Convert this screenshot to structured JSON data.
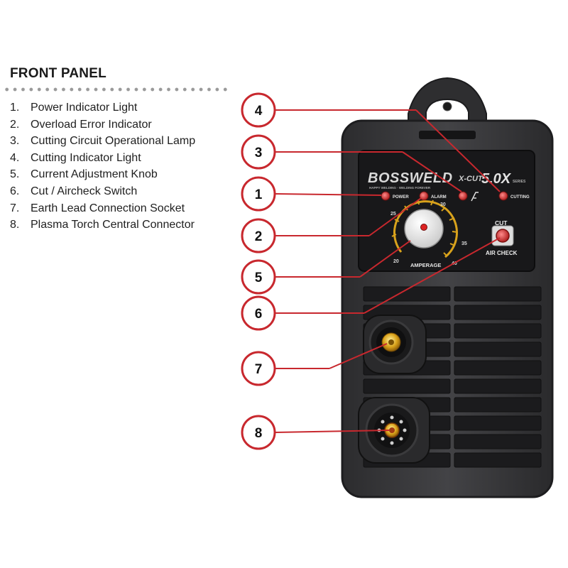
{
  "heading": "FRONT PANEL",
  "legend": [
    {
      "num": "1.",
      "text": "Power Indicator Light"
    },
    {
      "num": "2.",
      "text": "Overload Error Indicator"
    },
    {
      "num": "3.",
      "text": "Cutting Circuit Operational Lamp"
    },
    {
      "num": "4.",
      "text": "Cutting Indicator Light"
    },
    {
      "num": "5.",
      "text": "Current Adjustment Knob"
    },
    {
      "num": "6.",
      "text": "Cut / Aircheck Switch"
    },
    {
      "num": "7.",
      "text": "Earth Lead Connection Socket"
    },
    {
      "num": "8.",
      "text": "Plasma Torch Central Connector"
    }
  ],
  "callouts": [
    "4",
    "3",
    "1",
    "2",
    "5",
    "6",
    "7",
    "8"
  ],
  "machine": {
    "brand": "BOSSWELD",
    "model": "X-CUT",
    "model_number": "5.0X",
    "tagline": "SERIES",
    "brand_tagline": "HAPPY WELDING · WELDING FOREVER",
    "indicator_power": "POWER",
    "indicator_alarm": "ALARM",
    "indicator_cutting": "CUTTING",
    "dial_label": "AMPERAGE",
    "dial_ticks": [
      "20",
      "25",
      "30",
      "35",
      "40"
    ],
    "switch_top": "CUT",
    "switch_bottom": "AIR CHECK"
  },
  "colors": {
    "callout_red": "#c8282e",
    "body": "#3a3a3c",
    "panel": "#18181a",
    "dial_accent": "#d8a21c",
    "led_red": "#d83a3a"
  }
}
